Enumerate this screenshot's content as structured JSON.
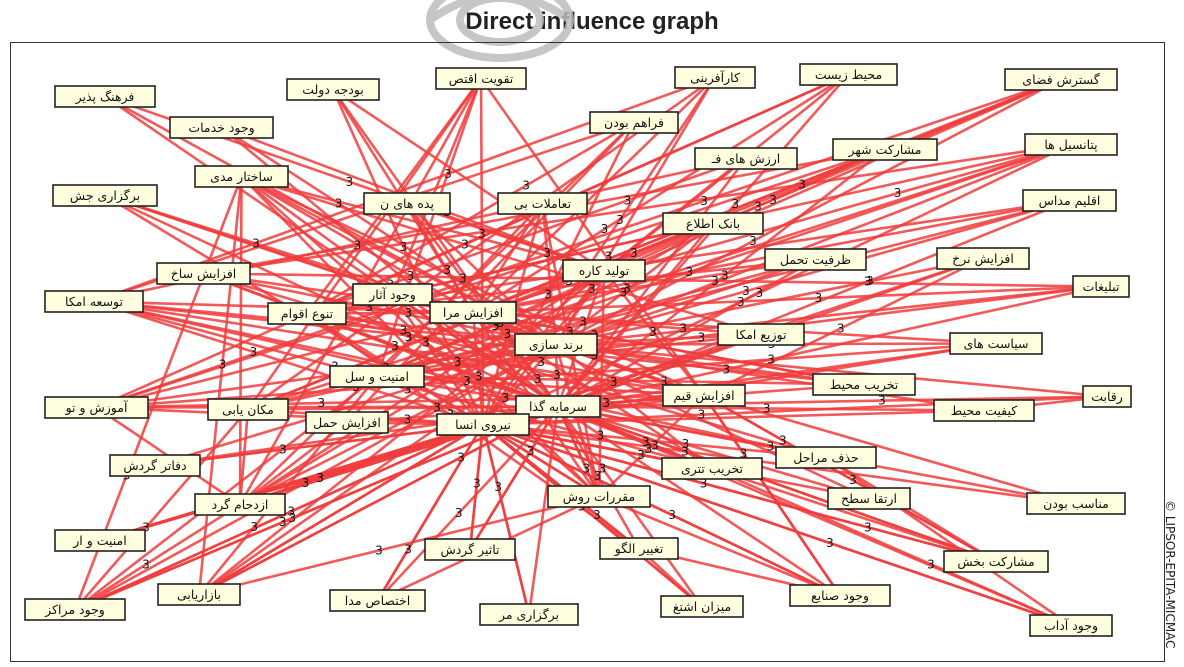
{
  "title": "Direct influence graph",
  "credit": "© LIPSOR-EPITA-MICMAC",
  "colors": {
    "edge": "#f03c3c",
    "node_fill": "#ffffe0",
    "node_border": "#222222"
  },
  "edge_label": "3",
  "nodes": [
    {
      "id": "farhang",
      "label": "فرهنگ پذیر"
    },
    {
      "id": "boodje",
      "label": "بودجه دولت"
    },
    {
      "id": "taghviat",
      "label": "تقویت اقتص"
    },
    {
      "id": "karafarini",
      "label": "کارآفرینی"
    },
    {
      "id": "mohitzist",
      "label": "محیط زیست"
    },
    {
      "id": "gostaresh",
      "label": "گسترش فضای"
    },
    {
      "id": "vojoodkhadamat",
      "label": "وجود خدمات"
    },
    {
      "id": "faraham",
      "label": "فراهم بودن"
    },
    {
      "id": "potansil",
      "label": "پتانسیل ها"
    },
    {
      "id": "arzesh",
      "label": "ارزش های فـ"
    },
    {
      "id": "mosharekatshahr",
      "label": "مشارکت شهر"
    },
    {
      "id": "sakhtar",
      "label": "ساختار مدی"
    },
    {
      "id": "bargozarijash",
      "label": "برگزاری جش"
    },
    {
      "id": "ghalim",
      "label": "اقلیم مداس"
    },
    {
      "id": "pideha",
      "label": "پده های ن"
    },
    {
      "id": "tamolat",
      "label": "تعاملات بی"
    },
    {
      "id": "bank",
      "label": "بانک اطلاع"
    },
    {
      "id": "zarfiat",
      "label": "ظرفیت تحمل"
    },
    {
      "id": "afzayeshnarkh",
      "label": "افزایش نرخ"
    },
    {
      "id": "tolid",
      "label": "تولید کاره"
    },
    {
      "id": "afzayeshsakh",
      "label": "افزایش ساخ"
    },
    {
      "id": "tablighat",
      "label": "تبلیغات"
    },
    {
      "id": "tosee",
      "label": "توسعه امکا"
    },
    {
      "id": "vojoodasar",
      "label": "وجود آثار"
    },
    {
      "id": "tanavo",
      "label": "تنوع اقوام"
    },
    {
      "id": "afzayeshmora",
      "label": "افزایش مرا"
    },
    {
      "id": "tozi",
      "label": "توزیع امکا"
    },
    {
      "id": "siasat",
      "label": "سیاست های"
    },
    {
      "id": "brand",
      "label": "برند سازی"
    },
    {
      "id": "amniatsal",
      "label": "امنیت و سل"
    },
    {
      "id": "takhrib",
      "label": "تخریب محیط"
    },
    {
      "id": "reghabat",
      "label": "رقابت"
    },
    {
      "id": "amoozesh",
      "label": "آموزش و تو"
    },
    {
      "id": "makanyabi",
      "label": "مکان یابی"
    },
    {
      "id": "sarmaye",
      "label": "سرمایه گذا"
    },
    {
      "id": "afzayeshgheym",
      "label": "افزایش قیم"
    },
    {
      "id": "keyfiat",
      "label": "کیفیت محیط"
    },
    {
      "id": "afzayeshhaml",
      "label": "افزایش حمل"
    },
    {
      "id": "niroo",
      "label": "نیروی انسا"
    },
    {
      "id": "hazf",
      "label": "حذف مراحل"
    },
    {
      "id": "dafater",
      "label": "دفاتر گردش"
    },
    {
      "id": "takhribtaraz",
      "label": "تخریب تتری"
    },
    {
      "id": "ertegha",
      "label": "ارتقا سطح"
    },
    {
      "id": "monaseb",
      "label": "مناسب بودن"
    },
    {
      "id": "ezdeham",
      "label": "ازدحام گرد"
    },
    {
      "id": "moghararat",
      "label": "مقررات روش"
    },
    {
      "id": "amniatva",
      "label": "امنیت و ار"
    },
    {
      "id": "tasir",
      "label": "تاثیر گردش"
    },
    {
      "id": "taghir",
      "label": "تغییر الگو"
    },
    {
      "id": "mosharekatbakhsh",
      "label": "مشارکت بخش"
    },
    {
      "id": "bazaryabi",
      "label": "بازاریابی"
    },
    {
      "id": "vojoodsanaye",
      "label": "وجود صنایع"
    },
    {
      "id": "ekhtesas",
      "label": "اختصاص مدا"
    },
    {
      "id": "mizan",
      "label": "میزان اشتغ"
    },
    {
      "id": "vojoodmarakez",
      "label": "وجود مراکز"
    },
    {
      "id": "bargozarimar",
      "label": "برگزاری مر"
    },
    {
      "id": "vojoodadab",
      "label": "وجود آداب"
    }
  ],
  "edges": [
    [
      "farhang",
      "sarmaye"
    ],
    [
      "farhang",
      "brand"
    ],
    [
      "farhang",
      "tolid"
    ],
    [
      "boodje",
      "tolid"
    ],
    [
      "boodje",
      "sarmaye"
    ],
    [
      "boodje",
      "afzayeshmora"
    ],
    [
      "boodje",
      "niroo"
    ],
    [
      "taghviat",
      "vojoodasar"
    ],
    [
      "taghviat",
      "tanavo"
    ],
    [
      "taghviat",
      "amniatsal"
    ],
    [
      "taghviat",
      "niroo"
    ],
    [
      "taghviat",
      "afzayeshgheym"
    ],
    [
      "taghviat",
      "makanyabi"
    ],
    [
      "taghviat",
      "ezdeham"
    ],
    [
      "karafarini",
      "tosee"
    ],
    [
      "karafarini",
      "afzayeshmora"
    ],
    [
      "karafarini",
      "brand"
    ],
    [
      "karafarini",
      "makanyabi"
    ],
    [
      "karafarini",
      "niroo"
    ],
    [
      "mohitzist",
      "tanavo"
    ],
    [
      "mohitzist",
      "afzayeshmora"
    ],
    [
      "mohitzist",
      "amoozesh"
    ],
    [
      "mohitzist",
      "sarmaye"
    ],
    [
      "mohitzist",
      "tolid"
    ],
    [
      "gostaresh",
      "tolid"
    ],
    [
      "gostaresh",
      "afzayeshmora"
    ],
    [
      "gostaresh",
      "amoozesh"
    ],
    [
      "gostaresh",
      "amniatsal"
    ],
    [
      "gostaresh",
      "brand"
    ],
    [
      "gostaresh",
      "makanyabi"
    ],
    [
      "vojoodkhadamat",
      "brand"
    ],
    [
      "vojoodkhadamat",
      "sarmaye"
    ],
    [
      "vojoodkhadamat",
      "tolid"
    ],
    [
      "faraham",
      "tosee"
    ],
    [
      "faraham",
      "tanavo"
    ],
    [
      "faraham",
      "afzayeshhaml"
    ],
    [
      "faraham",
      "niroo"
    ],
    [
      "faraham",
      "ezdeham"
    ],
    [
      "potansil",
      "afzayeshsakh"
    ],
    [
      "potansil",
      "tanavo"
    ],
    [
      "potansil",
      "amniatsal"
    ],
    [
      "potansil",
      "brand"
    ],
    [
      "potansil",
      "afzayeshmora"
    ],
    [
      "potansil",
      "makanyabi"
    ],
    [
      "potansil",
      "niroo"
    ],
    [
      "arzesh",
      "tosee"
    ],
    [
      "arzesh",
      "tanavo"
    ],
    [
      "arzesh",
      "sarmaye"
    ],
    [
      "arzesh",
      "bazaryabi"
    ],
    [
      "mosharekatshahr",
      "afzayeshsakh"
    ],
    [
      "mosharekatshahr",
      "amniatsal"
    ],
    [
      "mosharekatshahr",
      "amoozesh"
    ],
    [
      "mosharekatshahr",
      "sarmaye"
    ],
    [
      "mosharekatshahr",
      "afzayeshmora"
    ],
    [
      "sakhtar",
      "afzayeshmora"
    ],
    [
      "sakhtar",
      "brand"
    ],
    [
      "sakhtar",
      "sarmaye"
    ],
    [
      "sakhtar",
      "niroo"
    ],
    [
      "sakhtar",
      "afzayeshgheym"
    ],
    [
      "sakhtar",
      "moghararat"
    ],
    [
      "sakhtar",
      "bazaryabi"
    ],
    [
      "sakhtar",
      "ezdeham"
    ],
    [
      "sakhtar",
      "vojoodmarakez"
    ],
    [
      "sakhtar",
      "tolid"
    ],
    [
      "sakhtar",
      "tozi"
    ],
    [
      "bargozarijash",
      "brand"
    ],
    [
      "bargozarijash",
      "sarmaye"
    ],
    [
      "bargozarijash",
      "niroo"
    ],
    [
      "bargozarijash",
      "afzayeshmora"
    ],
    [
      "bargozarijash",
      "afzayeshgheym"
    ],
    [
      "ghalim",
      "tanavo"
    ],
    [
      "ghalim",
      "afzayeshmora"
    ],
    [
      "ghalim",
      "sarmaye"
    ],
    [
      "ghalim",
      "makanyabi"
    ],
    [
      "ghalim",
      "brand"
    ],
    [
      "pideha",
      "tolid"
    ],
    [
      "pideha",
      "sarmaye"
    ],
    [
      "pideha",
      "brand"
    ],
    [
      "pideha",
      "afzayeshmora"
    ],
    [
      "tamolat",
      "amniatsal"
    ],
    [
      "tamolat",
      "brand"
    ],
    [
      "tamolat",
      "afzayeshmora"
    ],
    [
      "tamolat",
      "niroo"
    ],
    [
      "tamolat",
      "moghararat"
    ],
    [
      "bank",
      "afzayeshmora"
    ],
    [
      "bank",
      "sarmaye"
    ],
    [
      "bank",
      "brand"
    ],
    [
      "bank",
      "vojoodasar"
    ],
    [
      "bank",
      "makanyabi"
    ],
    [
      "bank",
      "ezdeham"
    ],
    [
      "zarfiat",
      "afzayeshmora"
    ],
    [
      "zarfiat",
      "brand"
    ],
    [
      "zarfiat",
      "sarmaye"
    ],
    [
      "zarfiat",
      "tanavo"
    ],
    [
      "zarfiat",
      "amniatsal"
    ],
    [
      "afzayeshnarkh",
      "sarmaye"
    ],
    [
      "afzayeshnarkh",
      "brand"
    ],
    [
      "afzayeshnarkh",
      "niroo"
    ],
    [
      "afzayeshnarkh",
      "afzayeshgheym"
    ],
    [
      "tolid",
      "sarmaye"
    ],
    [
      "tolid",
      "brand"
    ],
    [
      "tolid",
      "niroo"
    ],
    [
      "tolid",
      "afzayeshgheym"
    ],
    [
      "tolid",
      "ezdeham"
    ],
    [
      "tolid",
      "moghararat"
    ],
    [
      "afzayeshsakh",
      "afzayeshmora"
    ],
    [
      "afzayeshsakh",
      "brand"
    ],
    [
      "afzayeshsakh",
      "sarmaye"
    ],
    [
      "afzayeshsakh",
      "takhribtaraz"
    ],
    [
      "afzayeshsakh",
      "hazf"
    ],
    [
      "tablighat",
      "afzayeshmora"
    ],
    [
      "tablighat",
      "brand"
    ],
    [
      "tablighat",
      "sarmaye"
    ],
    [
      "tablighat",
      "amniatsal"
    ],
    [
      "tablighat",
      "afzayeshsakh"
    ],
    [
      "tosee",
      "afzayeshmora"
    ],
    [
      "tosee",
      "brand"
    ],
    [
      "tosee",
      "sarmaye"
    ],
    [
      "tosee",
      "niroo"
    ],
    [
      "tosee",
      "afzayeshgheym"
    ],
    [
      "tosee",
      "takhrib"
    ],
    [
      "tosee",
      "hazf"
    ],
    [
      "tosee",
      "takhribtaraz"
    ],
    [
      "vojoodasar",
      "afzayeshmora"
    ],
    [
      "vojoodasar",
      "brand"
    ],
    [
      "vojoodasar",
      "sarmaye"
    ],
    [
      "vojoodasar",
      "niroo"
    ],
    [
      "vojoodasar",
      "moghararat"
    ],
    [
      "tanavo",
      "afzayeshmora"
    ],
    [
      "tanavo",
      "brand"
    ],
    [
      "tanavo",
      "sarmaye"
    ],
    [
      "tanavo",
      "niroo"
    ],
    [
      "tanavo",
      "afzayeshgheym"
    ],
    [
      "tanavo",
      "taghir"
    ],
    [
      "afzayeshmora",
      "brand"
    ],
    [
      "afzayeshmora",
      "sarmaye"
    ],
    [
      "afzayeshmora",
      "niroo"
    ],
    [
      "afzayeshmora",
      "afzayeshgheym"
    ],
    [
      "afzayeshmora",
      "takhrib"
    ],
    [
      "afzayeshmora",
      "takhribtaraz"
    ],
    [
      "afzayeshmora",
      "moghararat"
    ],
    [
      "afzayeshmora",
      "ertegha"
    ],
    [
      "tozi",
      "brand"
    ],
    [
      "tozi",
      "sarmaye"
    ],
    [
      "tozi",
      "niroo"
    ],
    [
      "tozi",
      "amniatsal"
    ],
    [
      "tozi",
      "afzayeshmora"
    ],
    [
      "siasat",
      "sarmaye"
    ],
    [
      "siasat",
      "brand"
    ],
    [
      "siasat",
      "afzayeshmora"
    ],
    [
      "siasat",
      "amoozesh"
    ],
    [
      "siasat",
      "niroo"
    ],
    [
      "brand",
      "sarmaye"
    ],
    [
      "brand",
      "niroo"
    ],
    [
      "brand",
      "afzayeshgheym"
    ],
    [
      "brand",
      "moghararat"
    ],
    [
      "brand",
      "ezdeham"
    ],
    [
      "brand",
      "takhribtaraz"
    ],
    [
      "amniatsal",
      "sarmaye"
    ],
    [
      "amniatsal",
      "niroo"
    ],
    [
      "amniatsal",
      "brand"
    ],
    [
      "amniatsal",
      "afzayeshgheym"
    ],
    [
      "amniatsal",
      "bazaryabi"
    ],
    [
      "amniatsal",
      "vojoodmarakez"
    ],
    [
      "takhrib",
      "sarmaye"
    ],
    [
      "takhrib",
      "brand"
    ],
    [
      "takhrib",
      "amniatsal"
    ],
    [
      "takhrib",
      "afzayeshmora"
    ],
    [
      "reghabat",
      "sarmaye"
    ],
    [
      "reghabat",
      "brand"
    ],
    [
      "reghabat",
      "niroo"
    ],
    [
      "reghabat",
      "keyfiat"
    ],
    [
      "amoozesh",
      "sarmaye"
    ],
    [
      "amoozesh",
      "niroo"
    ],
    [
      "amoozesh",
      "brand"
    ],
    [
      "amoozesh",
      "afzayeshmora"
    ],
    [
      "amoozesh",
      "afzayeshgheym"
    ],
    [
      "amoozesh",
      "ezdeham"
    ],
    [
      "makanyabi",
      "sarmaye"
    ],
    [
      "makanyabi",
      "niroo"
    ],
    [
      "makanyabi",
      "brand"
    ],
    [
      "makanyabi",
      "ezdeham"
    ],
    [
      "makanyabi",
      "vojoodmarakez"
    ],
    [
      "sarmaye",
      "niroo"
    ],
    [
      "sarmaye",
      "afzayeshgheym"
    ],
    [
      "sarmaye",
      "moghararat"
    ],
    [
      "sarmaye",
      "takhribtaraz"
    ],
    [
      "sarmaye",
      "ezdeham"
    ],
    [
      "sarmaye",
      "tasir"
    ],
    [
      "sarmaye",
      "bazaryabi"
    ],
    [
      "sarmaye",
      "vojoodmarakez"
    ],
    [
      "sarmaye",
      "amniatva"
    ],
    [
      "sarmaye",
      "mosharekatbakhsh"
    ],
    [
      "afzayeshgheym",
      "niroo"
    ],
    [
      "afzayeshgheym",
      "moghararat"
    ],
    [
      "afzayeshgheym",
      "vojoodsanaye"
    ],
    [
      "afzayeshgheym",
      "mosharekatbakhsh"
    ],
    [
      "keyfiat",
      "niroo"
    ],
    [
      "keyfiat",
      "sarmaye"
    ],
    [
      "keyfiat",
      "brand"
    ],
    [
      "afzayeshhaml",
      "niroo"
    ],
    [
      "afzayeshhaml",
      "ezdeham"
    ],
    [
      "afzayeshhaml",
      "sarmaye"
    ],
    [
      "niroo",
      "moghararat"
    ],
    [
      "niroo",
      "ezdeham"
    ],
    [
      "niroo",
      "bazaryabi"
    ],
    [
      "niroo",
      "vojoodmarakez"
    ],
    [
      "niroo",
      "tasir"
    ],
    [
      "niroo",
      "ekhtesas"
    ],
    [
      "niroo",
      "bargozarimar"
    ],
    [
      "niroo",
      "mizan"
    ],
    [
      "niroo",
      "taghir"
    ],
    [
      "niroo",
      "takhribtaraz"
    ],
    [
      "niroo",
      "vojoodsanaye"
    ],
    [
      "niroo",
      "mosharekatbakhsh"
    ],
    [
      "niroo",
      "vojoodadab"
    ],
    [
      "niroo",
      "amniatva"
    ],
    [
      "niroo",
      "dafater"
    ],
    [
      "hazf",
      "niroo"
    ],
    [
      "hazf",
      "sarmaye"
    ],
    [
      "hazf",
      "vojoodadab"
    ],
    [
      "hazf",
      "mosharekatbakhsh"
    ],
    [
      "dafater",
      "niroo"
    ],
    [
      "dafater",
      "sarmaye"
    ],
    [
      "dafater",
      "brand"
    ],
    [
      "takhribtaraz",
      "niroo"
    ],
    [
      "takhribtaraz",
      "sarmaye"
    ],
    [
      "takhribtaraz",
      "mosharekatbakhsh"
    ],
    [
      "takhribtaraz",
      "vojoodadab"
    ],
    [
      "ertegha",
      "niroo"
    ],
    [
      "ertegha",
      "sarmaye"
    ],
    [
      "monaseb",
      "niroo"
    ],
    [
      "monaseb",
      "sarmaye"
    ],
    [
      "monaseb",
      "afzayeshgheym"
    ],
    [
      "ezdeham",
      "niroo"
    ],
    [
      "ezdeham",
      "sarmaye"
    ],
    [
      "ezdeham",
      "vojoodmarakez"
    ],
    [
      "moghararat",
      "niroo"
    ],
    [
      "moghararat",
      "sarmaye"
    ],
    [
      "moghararat",
      "ekhtesas"
    ],
    [
      "moghararat",
      "bazaryabi"
    ],
    [
      "moghararat",
      "vojoodsanaye"
    ],
    [
      "amniatva",
      "niroo"
    ],
    [
      "amniatva",
      "sarmaye"
    ],
    [
      "tasir",
      "niroo"
    ],
    [
      "tasir",
      "sarmaye"
    ],
    [
      "taghir",
      "niroo"
    ],
    [
      "taghir",
      "mizan"
    ],
    [
      "taghir",
      "sarmaye"
    ],
    [
      "taghir",
      "vojoodsanaye"
    ],
    [
      "mosharekatbakhsh",
      "niroo"
    ],
    [
      "mosharekatbakhsh",
      "sarmaye"
    ],
    [
      "mosharekatbakhsh",
      "afzayeshgheym"
    ],
    [
      "bazaryabi",
      "niroo"
    ],
    [
      "bazaryabi",
      "sarmaye"
    ],
    [
      "bazaryabi",
      "brand"
    ],
    [
      "vojoodsanaye",
      "niroo"
    ],
    [
      "vojoodsanaye",
      "sarmaye"
    ],
    [
      "vojoodsanaye",
      "afzayeshgheym"
    ],
    [
      "ekhtesas",
      "niroo"
    ],
    [
      "ekhtesas",
      "sarmaye"
    ],
    [
      "mizan",
      "niroo"
    ],
    [
      "mizan",
      "sarmaye"
    ],
    [
      "vojoodmarakez",
      "niroo"
    ],
    [
      "vojoodmarakez",
      "sarmaye"
    ],
    [
      "vojoodmarakez",
      "brand"
    ],
    [
      "bargozarimar",
      "niroo"
    ],
    [
      "bargozarimar",
      "sarmaye"
    ],
    [
      "vojoodadab",
      "niroo"
    ],
    [
      "vojoodadab",
      "sarmaye"
    ]
  ]
}
